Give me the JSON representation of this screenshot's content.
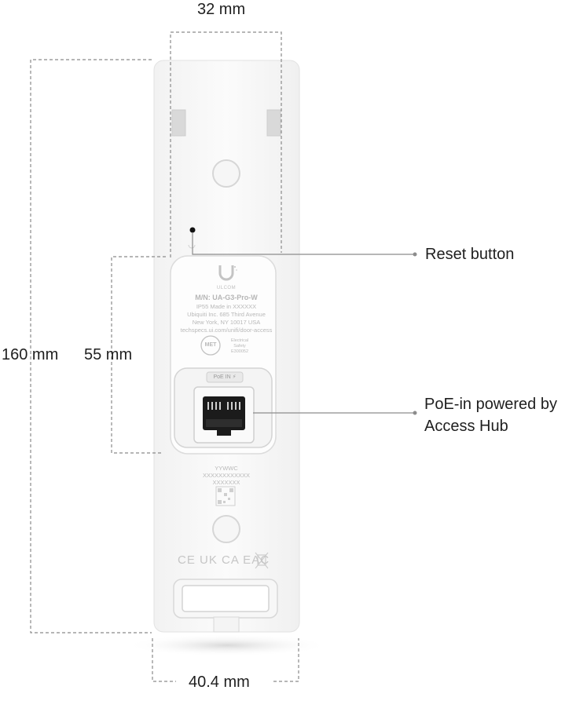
{
  "dimensions": {
    "width_top": "32 mm",
    "height_total": "160 mm",
    "height_plate": "55 mm",
    "width_bottom": "40.4 mm"
  },
  "callouts": {
    "reset": "Reset button",
    "poe_line1": "PoE-in powered by",
    "poe_line2": "Access Hub"
  },
  "plate": {
    "brand": "ULCOM",
    "model": "M/N: UA-G3-Pro-W",
    "line1": "IP55    Made in XXXXXX",
    "line2": "Ubiquiti Inc. 685 Third Avenue",
    "line3": "New York, NY 10017 USA",
    "line4": "techspecs.ui.com/unifi/door-access",
    "met_logo": "MET",
    "met_text1": "Electrical",
    "met_text2": "Safety",
    "met_text3": "E300052",
    "poe_port_label": "PoE IN ⚡"
  },
  "serials": {
    "line1": "YYWWC",
    "line2": "XXXXXXXXXXXX",
    "line3": "XXXXXXX"
  },
  "certifications": "CE  UK CA  EAC"
}
